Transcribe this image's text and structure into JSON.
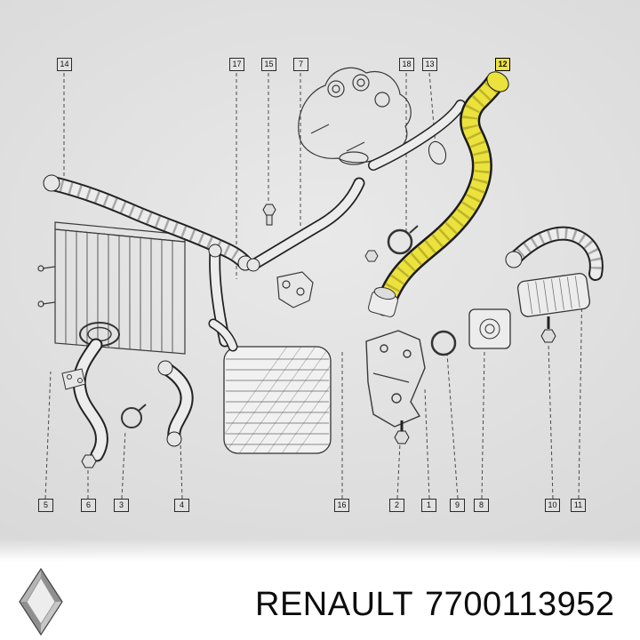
{
  "diagram": {
    "top_callouts": [
      {
        "label": "14",
        "highlighted": false
      },
      {
        "label": "17",
        "highlighted": false
      },
      {
        "label": "15",
        "highlighted": false
      },
      {
        "label": "7",
        "highlighted": false
      },
      {
        "label": "18",
        "highlighted": false
      },
      {
        "label": "13",
        "highlighted": false
      },
      {
        "label": "12",
        "highlighted": true
      }
    ],
    "bottom_callouts": [
      {
        "label": "5",
        "highlighted": false
      },
      {
        "label": "6",
        "highlighted": false
      },
      {
        "label": "3",
        "highlighted": false
      },
      {
        "label": "4",
        "highlighted": false
      },
      {
        "label": "16",
        "highlighted": false
      },
      {
        "label": "2",
        "highlighted": false
      },
      {
        "label": "1",
        "highlighted": false
      },
      {
        "label": "9",
        "highlighted": false
      },
      {
        "label": "8",
        "highlighted": false
      },
      {
        "label": "10",
        "highlighted": false
      },
      {
        "label": "11",
        "highlighted": false
      }
    ],
    "highlight_color": "#efe33b"
  },
  "footer": {
    "brand": "RENAULT",
    "part_number": "7700113952"
  }
}
